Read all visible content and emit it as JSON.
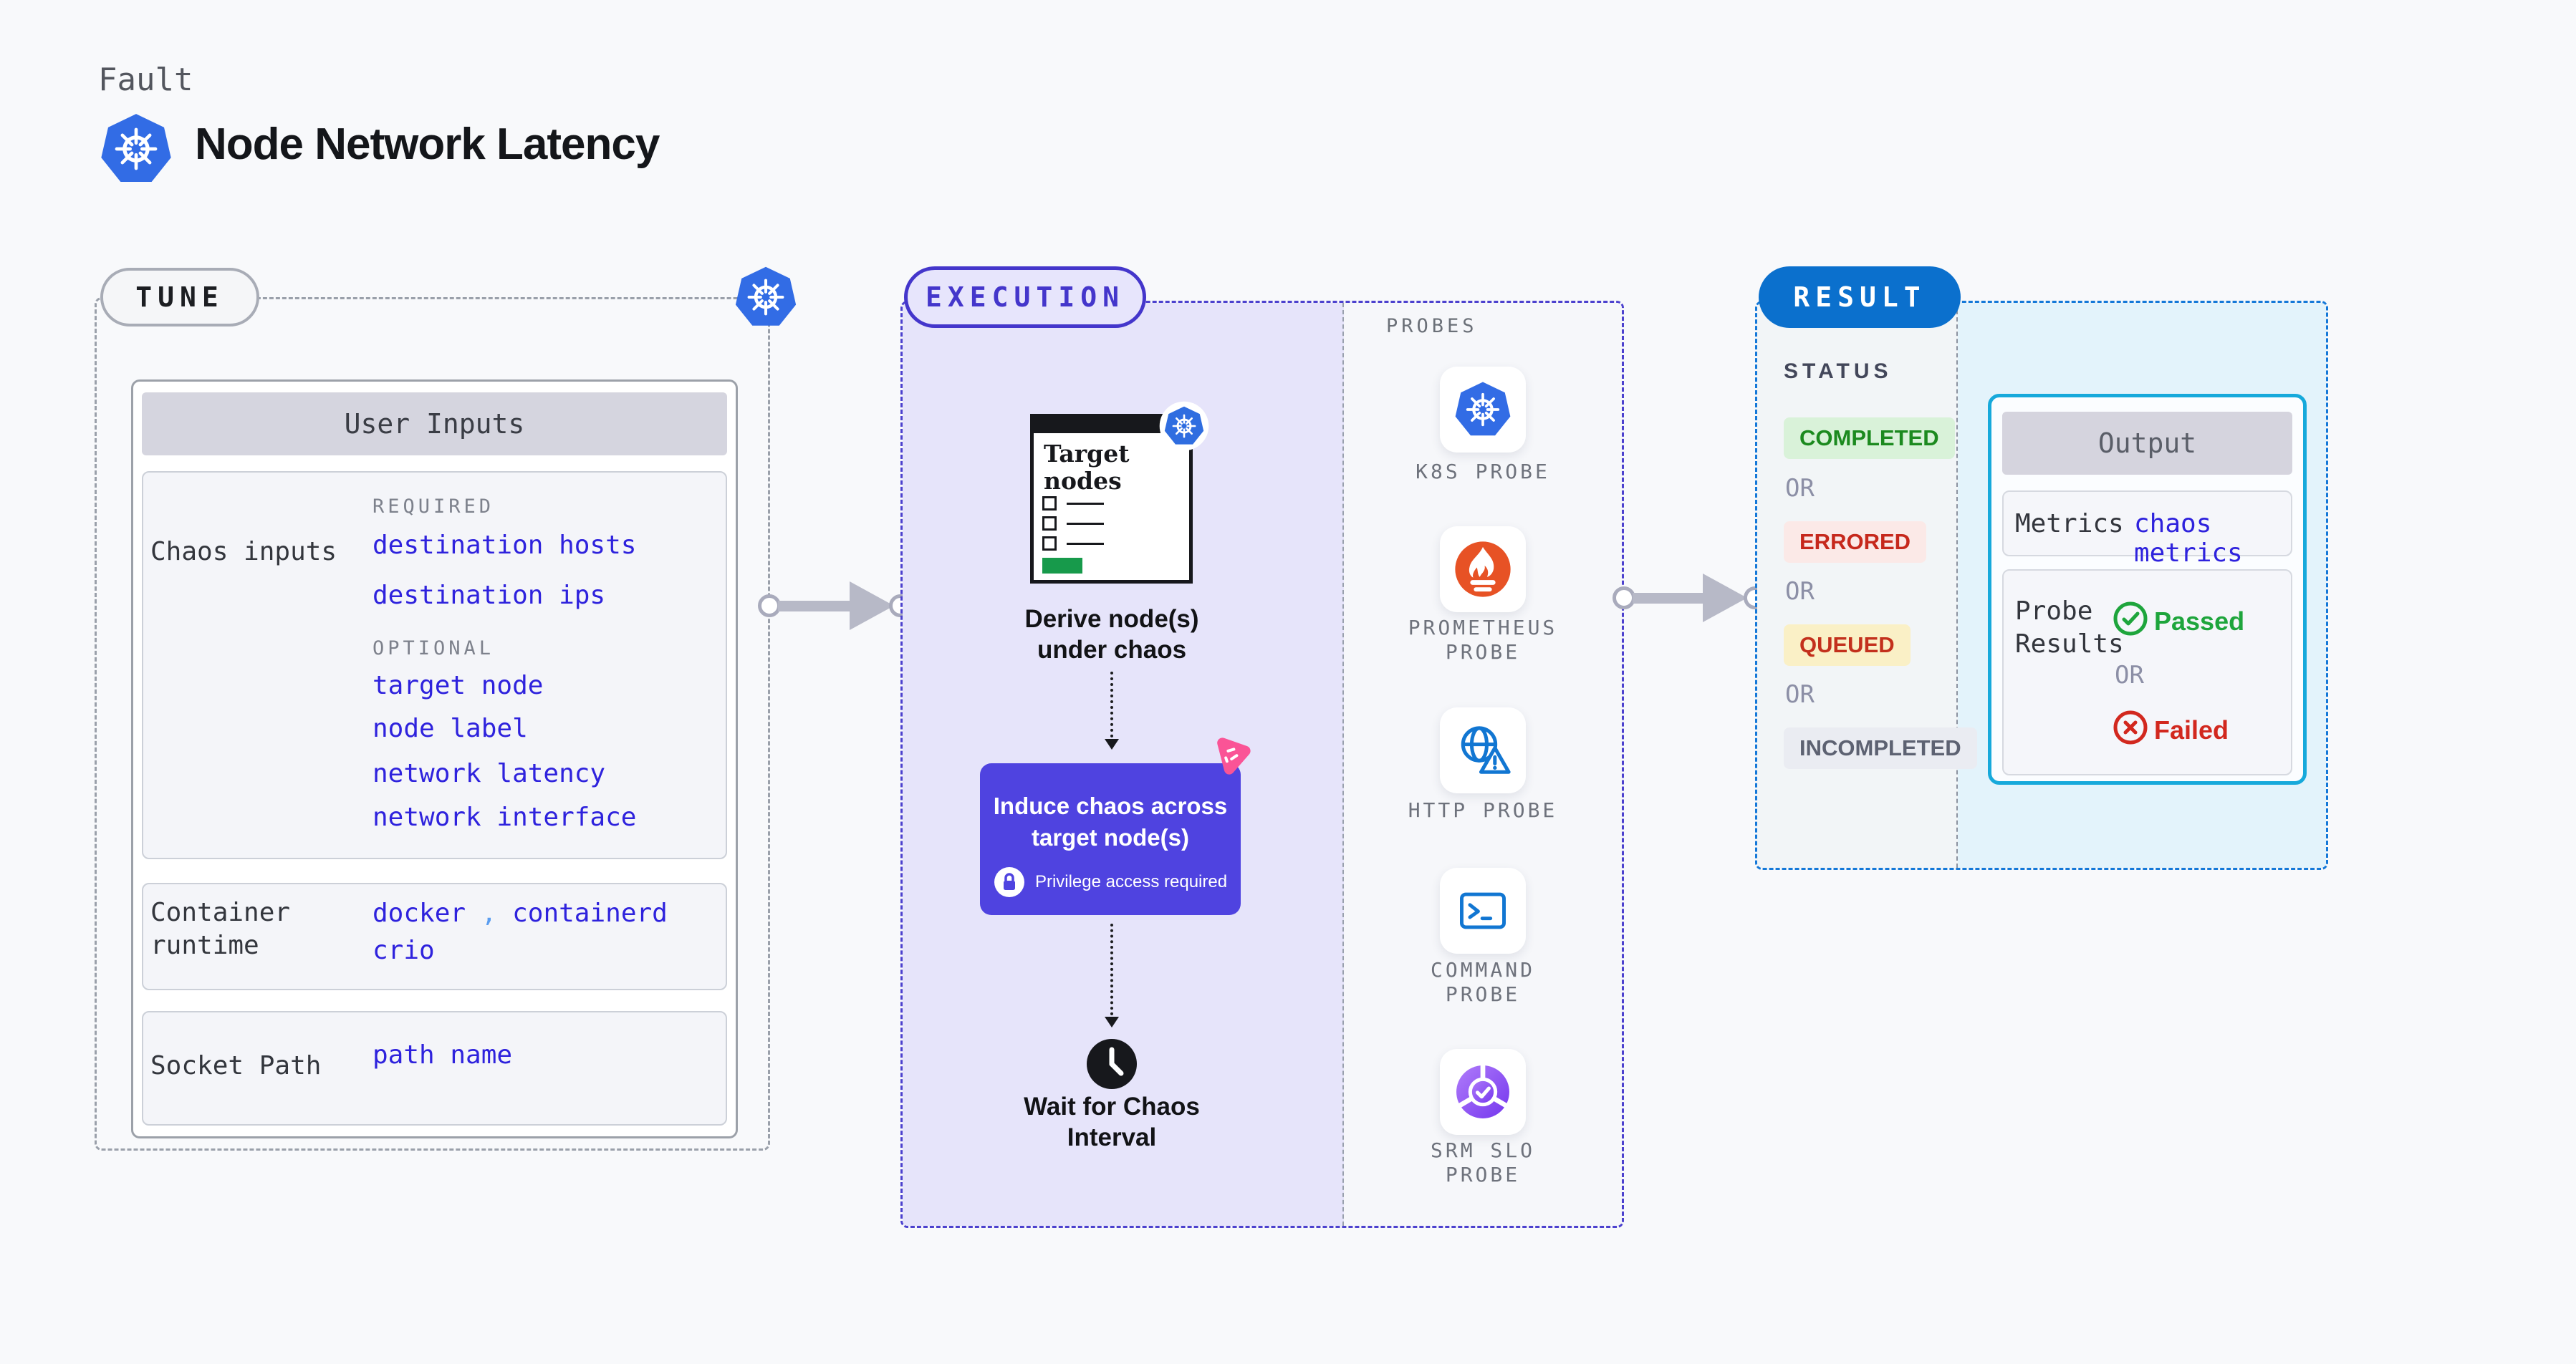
{
  "header": {
    "eyebrow": "Fault",
    "title": "Node Network Latency"
  },
  "tune": {
    "label": "TUNE",
    "panel_title": "User Inputs",
    "chaos_row": {
      "label": "Chaos inputs",
      "required_heading": "REQUIRED",
      "required_values": [
        "destination hosts",
        "destination ips"
      ],
      "optional_heading": "OPTIONAL",
      "optional_values": [
        "target node",
        "node label",
        "network latency",
        "network interface"
      ]
    },
    "runtime_row": {
      "label_lines": [
        "Container",
        "runtime"
      ],
      "values": [
        "docker",
        "containerd",
        "crio"
      ],
      "separator": ","
    },
    "socket_row": {
      "label": "Socket Path",
      "value": "path name"
    }
  },
  "execution": {
    "label": "EXECUTION",
    "target_card_lines": [
      "Target",
      "nodes"
    ],
    "derive_lines": [
      "Derive node(s)",
      "under chaos"
    ],
    "induce_lines": [
      "Induce chaos across",
      "target node(s)"
    ],
    "induce_note": "Privilege access required",
    "wait_lines": [
      "Wait for Chaos",
      "Interval"
    ]
  },
  "probes": {
    "heading": "PROBES",
    "items": [
      {
        "icon": "k8s-probe-icon",
        "lines": [
          "K8S PROBE"
        ]
      },
      {
        "icon": "prometheus-probe-icon",
        "lines": [
          "PROMETHEUS",
          "PROBE"
        ]
      },
      {
        "icon": "http-probe-icon",
        "lines": [
          "HTTP PROBE"
        ]
      },
      {
        "icon": "command-probe-icon",
        "lines": [
          "COMMAND",
          "PROBE"
        ]
      },
      {
        "icon": "srm-slo-probe-icon",
        "lines": [
          "SRM SLO",
          "PROBE"
        ]
      }
    ]
  },
  "result": {
    "label": "RESULT",
    "status_heading": "STATUS",
    "or": "OR",
    "statuses": [
      {
        "label": "COMPLETED",
        "bg": "#d9f2d9",
        "fg": "#1c8a1f"
      },
      {
        "label": "ERRORED",
        "bg": "#fbe9e7",
        "fg": "#c6281c"
      },
      {
        "label": "QUEUED",
        "bg": "#faf0c6",
        "fg": "#c3301c"
      },
      {
        "label": "INCOMPLETED",
        "bg": "#eaecf2",
        "fg": "#5d6272"
      }
    ],
    "output": {
      "title": "Output",
      "metrics_label": "Metrics",
      "metrics_value": "chaos metrics",
      "probe_results_lines": [
        "Probe",
        "Results"
      ],
      "passed": "Passed",
      "failed": "Failed"
    }
  },
  "colors": {
    "page_background": "#f8f9fb",
    "accent_indigo": "#4c41ce",
    "accent_blue": "#1478d8",
    "result_pill_blue": "#0b70cd",
    "output_border_cyan": "#16a9db",
    "execution_fill": "#e6e4fa",
    "result_fill": "#e3f3fb",
    "value_text_blue": "#2e22dd",
    "kubernetes_blue": "#326ce5",
    "litmus_pink": "#fa5496",
    "prometheus_orange": "#e75225",
    "induce_box_indigo": "#4f43e0",
    "passed_green": "#1ea53c",
    "failed_red": "#d2281e",
    "target_green_bar": "#179a4b"
  }
}
